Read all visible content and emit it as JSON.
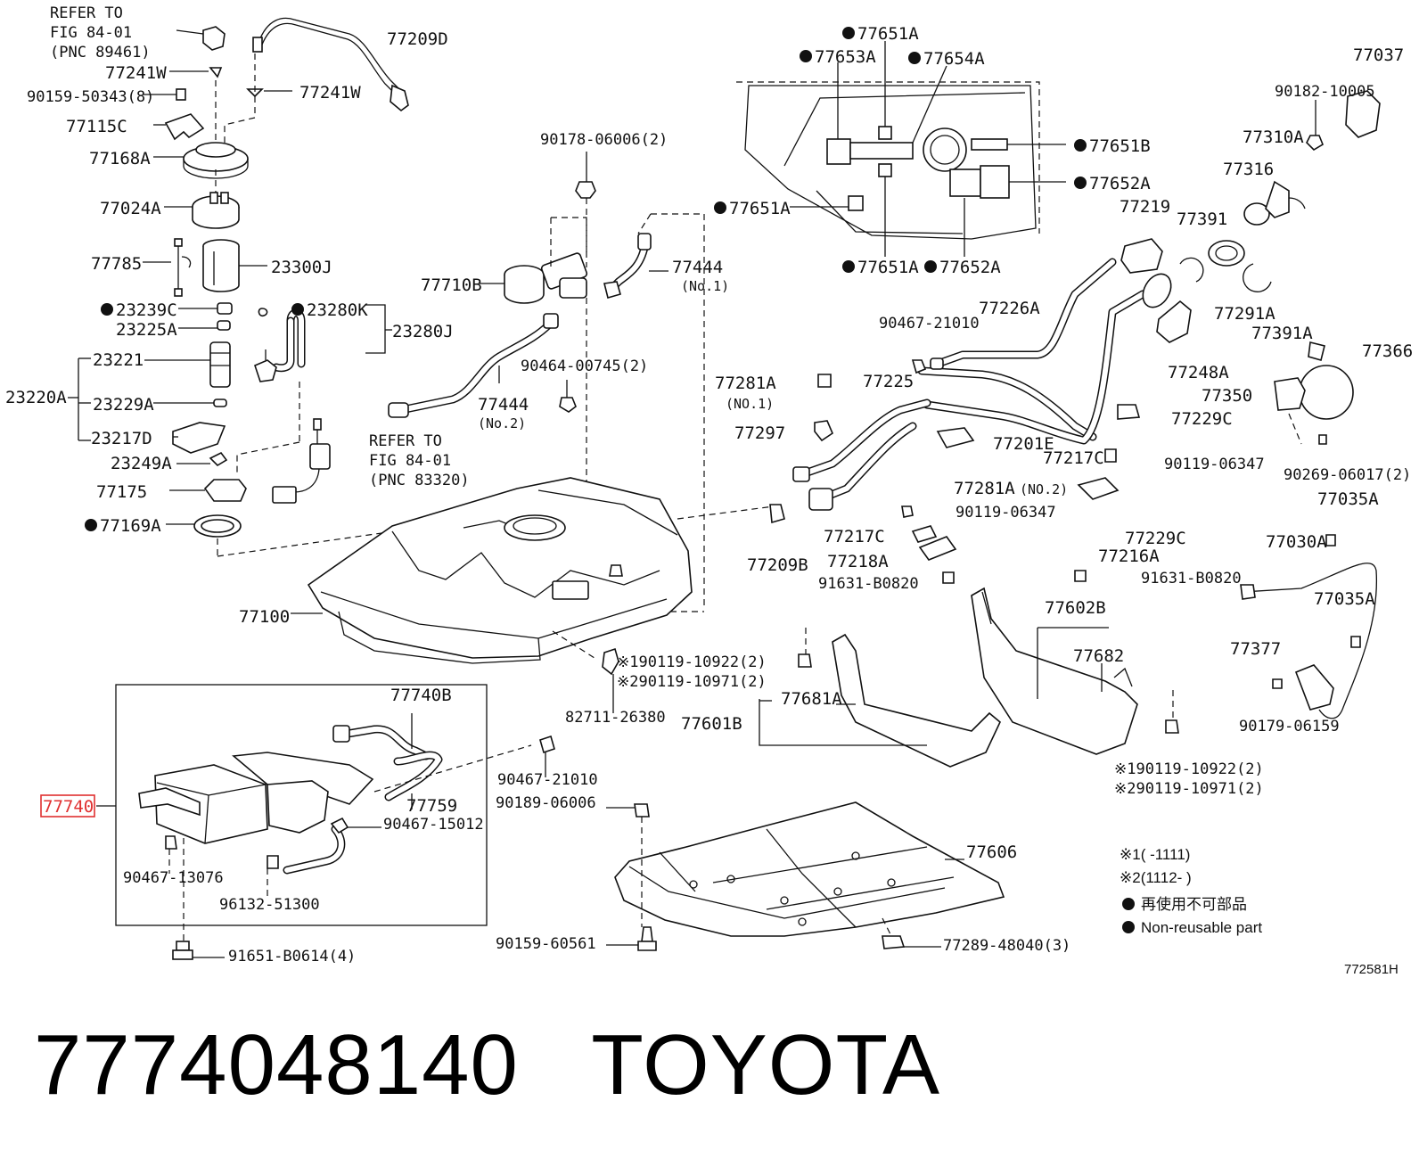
{
  "diagram_id": "772581H",
  "footer": {
    "part_number": "7774048140",
    "brand": "TOYOTA"
  },
  "notes": {
    "n1": "※1(   -1111)",
    "n2": "※2(1112-   )",
    "legend_jp": "再使用不可部品",
    "legend_en": "Non-reusable part"
  },
  "highlight": "77740",
  "refer_a": [
    "REFER TO",
    "FIG 84-01",
    "(PNC 89461)"
  ],
  "refer_b": [
    "REFER TO",
    "FIG 84-01",
    "(PNC 83320)"
  ],
  "labels": [
    {
      "id": "p77209d",
      "text": "77209D"
    },
    {
      "id": "p77241w_a",
      "text": "77241W"
    },
    {
      "id": "p77241w_b",
      "text": "77241W"
    },
    {
      "id": "p9015950343",
      "text": "90159-50343(8)"
    },
    {
      "id": "p77115c",
      "text": "77115C"
    },
    {
      "id": "p77168a",
      "text": "77168A"
    },
    {
      "id": "p77024a",
      "text": "77024A"
    },
    {
      "id": "p77785",
      "text": "77785"
    },
    {
      "id": "p23300j",
      "text": "23300J"
    },
    {
      "id": "p23239c",
      "text": "23239C",
      "dot": true
    },
    {
      "id": "p23225a",
      "text": "23225A"
    },
    {
      "id": "p23280k",
      "text": "23280K",
      "dot": true
    },
    {
      "id": "p23280j",
      "text": "23280J"
    },
    {
      "id": "p23221",
      "text": "23221"
    },
    {
      "id": "p23220a",
      "text": "23220A"
    },
    {
      "id": "p23229a",
      "text": "23229A"
    },
    {
      "id": "p23217d",
      "text": "23217D"
    },
    {
      "id": "p23249a",
      "text": "23249A"
    },
    {
      "id": "p77175",
      "text": "77175"
    },
    {
      "id": "p77169a",
      "text": "77169A",
      "dot": true
    },
    {
      "id": "p9017806006",
      "text": "90178-06006(2)"
    },
    {
      "id": "p77710b",
      "text": "77710B"
    },
    {
      "id": "p77444_1",
      "text": "77444"
    },
    {
      "id": "p77444_1n",
      "text": "(No.1)"
    },
    {
      "id": "p9046400745",
      "text": "90464-00745(2)"
    },
    {
      "id": "p77444_2",
      "text": "77444"
    },
    {
      "id": "p77444_2n",
      "text": "(No.2)"
    },
    {
      "id": "p77100",
      "text": "77100"
    },
    {
      "id": "p77651a_t",
      "text": "77651A",
      "dot": true
    },
    {
      "id": "p77653a",
      "text": "77653A",
      "dot": true
    },
    {
      "id": "p77654a",
      "text": "77654A",
      "dot": true
    },
    {
      "id": "p77651b",
      "text": "77651B",
      "dot": true
    },
    {
      "id": "p77652a_r",
      "text": "77652A",
      "dot": true
    },
    {
      "id": "p77651a_l",
      "text": "77651A",
      "dot": true
    },
    {
      "id": "p77651a_b",
      "text": "77651A",
      "dot": true
    },
    {
      "id": "p77652a_b",
      "text": "77652A",
      "dot": true
    },
    {
      "id": "p77037",
      "text": "77037"
    },
    {
      "id": "p9018210005",
      "text": "90182-10005"
    },
    {
      "id": "p77310a",
      "text": "77310A"
    },
    {
      "id": "p77316",
      "text": "77316"
    },
    {
      "id": "p77219",
      "text": "77219"
    },
    {
      "id": "p77391",
      "text": "77391"
    },
    {
      "id": "p77226a",
      "text": "77226A"
    },
    {
      "id": "p77291a",
      "text": "77291A"
    },
    {
      "id": "p77391a",
      "text": "77391A"
    },
    {
      "id": "p9046721010_t",
      "text": "90467-21010"
    },
    {
      "id": "p77366",
      "text": "77366"
    },
    {
      "id": "p77248a",
      "text": "77248A"
    },
    {
      "id": "p77281a_1",
      "text": "77281A"
    },
    {
      "id": "p77281a_1n",
      "text": "(NO.1)"
    },
    {
      "id": "p77225",
      "text": "77225"
    },
    {
      "id": "p77350",
      "text": "77350"
    },
    {
      "id": "p77229c_r",
      "text": "77229C"
    },
    {
      "id": "p77297",
      "text": "77297"
    },
    {
      "id": "p77201e",
      "text": "77201E"
    },
    {
      "id": "p77217c_r",
      "text": "77217C"
    },
    {
      "id": "p9011906347_r",
      "text": "90119-06347"
    },
    {
      "id": "p9026906017",
      "text": "90269-06017(2)"
    },
    {
      "id": "p77281a_2",
      "text": "77281A"
    },
    {
      "id": "p77281a_2n",
      "text": "(NO.2)"
    },
    {
      "id": "p77035a_t",
      "text": "77035A"
    },
    {
      "id": "p9011906347_c",
      "text": "90119-06347"
    },
    {
      "id": "p77217c_c",
      "text": "77217C"
    },
    {
      "id": "p77229c_c",
      "text": "77229C"
    },
    {
      "id": "p77030a",
      "text": "77030A"
    },
    {
      "id": "p77209b",
      "text": "77209B"
    },
    {
      "id": "p77218a",
      "text": "77218A"
    },
    {
      "id": "p77216a",
      "text": "77216A"
    },
    {
      "id": "p91631b0820_c",
      "text": "91631-B0820"
    },
    {
      "id": "p91631b0820_r",
      "text": "91631-B0820"
    },
    {
      "id": "p77035a_b",
      "text": "77035A"
    },
    {
      "id": "p77602b",
      "text": "77602B"
    },
    {
      "id": "p77682",
      "text": "77682"
    },
    {
      "id": "p77377",
      "text": "77377"
    },
    {
      "id": "p9011910922_a",
      "text": "※190119-10922(2)"
    },
    {
      "id": "p9011910971_a",
      "text": "※290119-10971(2)"
    },
    {
      "id": "p77681a",
      "text": "77681A"
    },
    {
      "id": "p77740b",
      "text": "77740B"
    },
    {
      "id": "p8271126380",
      "text": "82711-26380"
    },
    {
      "id": "p77601b",
      "text": "77601B"
    },
    {
      "id": "p9017906159",
      "text": "90179-06159"
    },
    {
      "id": "p9011910922_b",
      "text": "※190119-10922(2)"
    },
    {
      "id": "p9011910971_b",
      "text": "※290119-10971(2)"
    },
    {
      "id": "p9046721010_c",
      "text": "90467-21010"
    },
    {
      "id": "p77759",
      "text": "77759"
    },
    {
      "id": "p9046715012",
      "text": "90467-15012"
    },
    {
      "id": "p9018906006",
      "text": "90189-06006"
    },
    {
      "id": "p77606",
      "text": "77606"
    },
    {
      "id": "p9046713076",
      "text": "90467-13076"
    },
    {
      "id": "p9613251300",
      "text": "96132-51300"
    },
    {
      "id": "p9015960561",
      "text": "90159-60561"
    },
    {
      "id": "p7728948040",
      "text": "77289-48040(3)"
    },
    {
      "id": "p91651b0614",
      "text": "91651-B0614(4)"
    }
  ]
}
